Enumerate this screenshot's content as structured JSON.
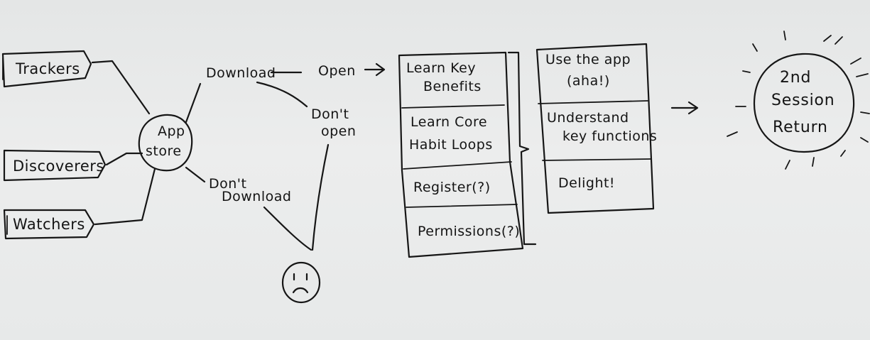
{
  "segments": {
    "trackers": "Trackers",
    "discoverers": "Discoverers",
    "watchers": "Watchers"
  },
  "app_store": {
    "line1": "App",
    "line2": "store"
  },
  "download": "Download",
  "dont_download": {
    "line1": "Don't",
    "line2": "Download"
  },
  "open": "Open",
  "dont_open": {
    "line1": "Don't",
    "line2": "open"
  },
  "onboarding_steps": [
    {
      "line1": "Learn Key",
      "line2": "Benefits"
    },
    {
      "line1": "Learn Core",
      "line2": "Habit Loops"
    },
    {
      "line1": "Register(?)",
      "line2": ""
    },
    {
      "line1": "Permissions(?)",
      "line2": ""
    }
  ],
  "first_session_steps": [
    {
      "line1": "Use the app",
      "line2": "(aha!)"
    },
    {
      "line1": "Understand",
      "line2": "key functions"
    },
    {
      "line1": "Delight!",
      "line2": ""
    }
  ],
  "second_session": {
    "line1": "2nd",
    "line2": "Session",
    "line3": "Return"
  },
  "colors": {
    "paper": "#e9eaea",
    "ink": "#161616"
  },
  "icons": {
    "sad_face": "sad-face-icon",
    "sun_rays": "sun-rays-icon"
  }
}
